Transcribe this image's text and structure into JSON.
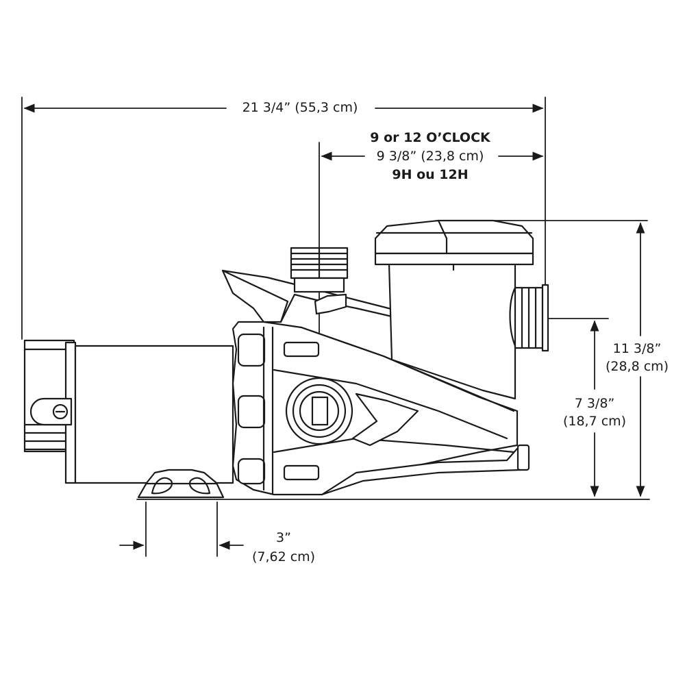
{
  "dimensions": {
    "overall_length": "21 3/4” (55,3 cm)",
    "port_rotation": {
      "line1": "9 or 12 O’CLOCK",
      "line2": "9 3/8” (23,8 cm)",
      "line3": "9H ou 12H"
    },
    "overall_height": {
      "line1": "11 3/8”",
      "line2": "(28,8 cm)"
    },
    "outlet_height": {
      "line1": "7 3/8”",
      "line2": "(18,7 cm)"
    },
    "foot_width": {
      "line1": "3”",
      "line2": "(7,62 cm)"
    }
  },
  "colors": {
    "line": "#1a1a1a",
    "body_fill": "#ffffff"
  }
}
